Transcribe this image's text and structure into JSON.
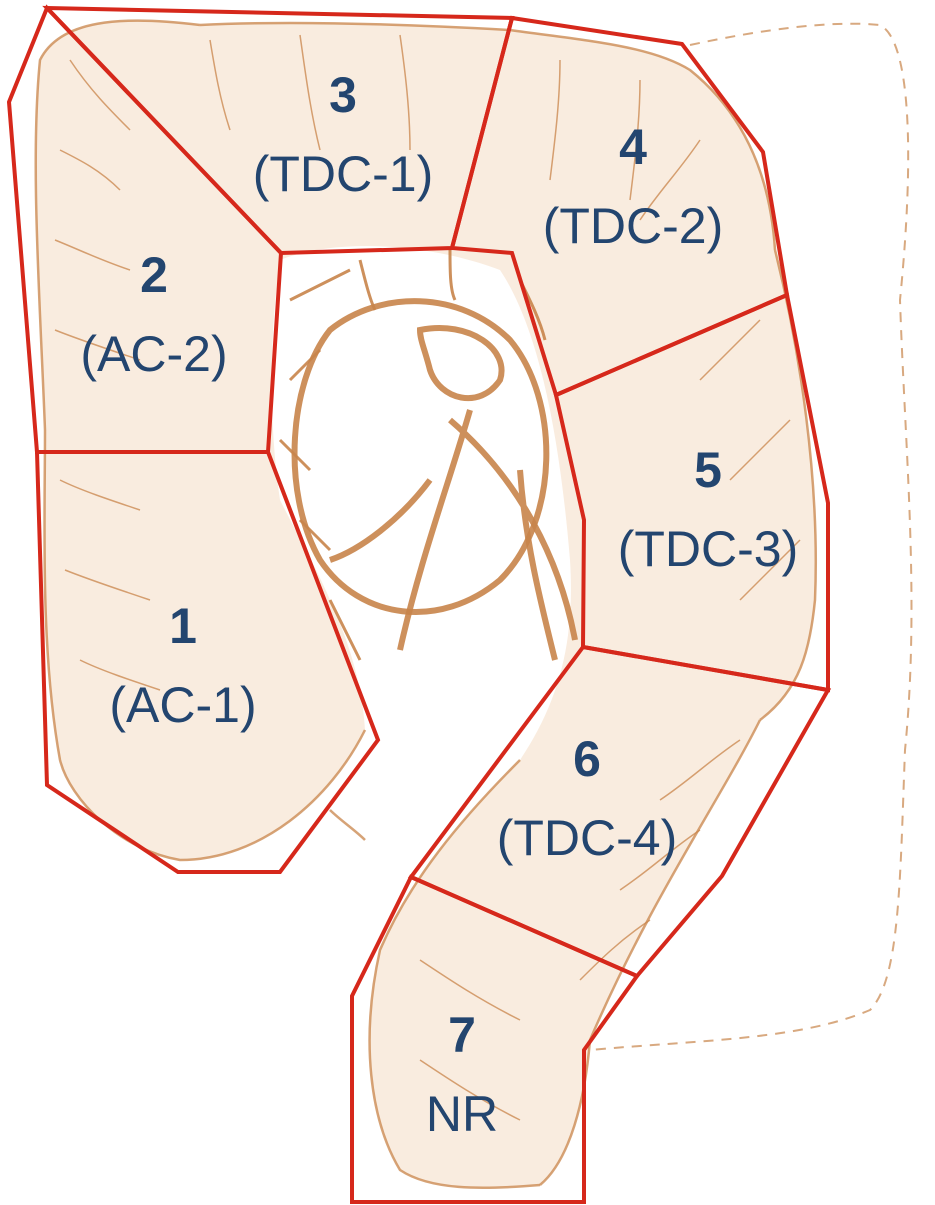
{
  "colors": {
    "region_outline": "#d6281b",
    "label_text": "#23456f",
    "sketch_stroke": "#c8844a",
    "sketch_fill": "#f9ecdf",
    "background": "#ffffff"
  },
  "regions": [
    {
      "number": "1",
      "name": "(AC-1)"
    },
    {
      "number": "2",
      "name": "(AC-2)"
    },
    {
      "number": "3",
      "name": "(TDC-1)"
    },
    {
      "number": "4",
      "name": "(TDC-2)"
    },
    {
      "number": "5",
      "name": "(TDC-3)"
    },
    {
      "number": "6",
      "name": "(TDC-4)"
    },
    {
      "number": "7",
      "name": "NR"
    }
  ]
}
